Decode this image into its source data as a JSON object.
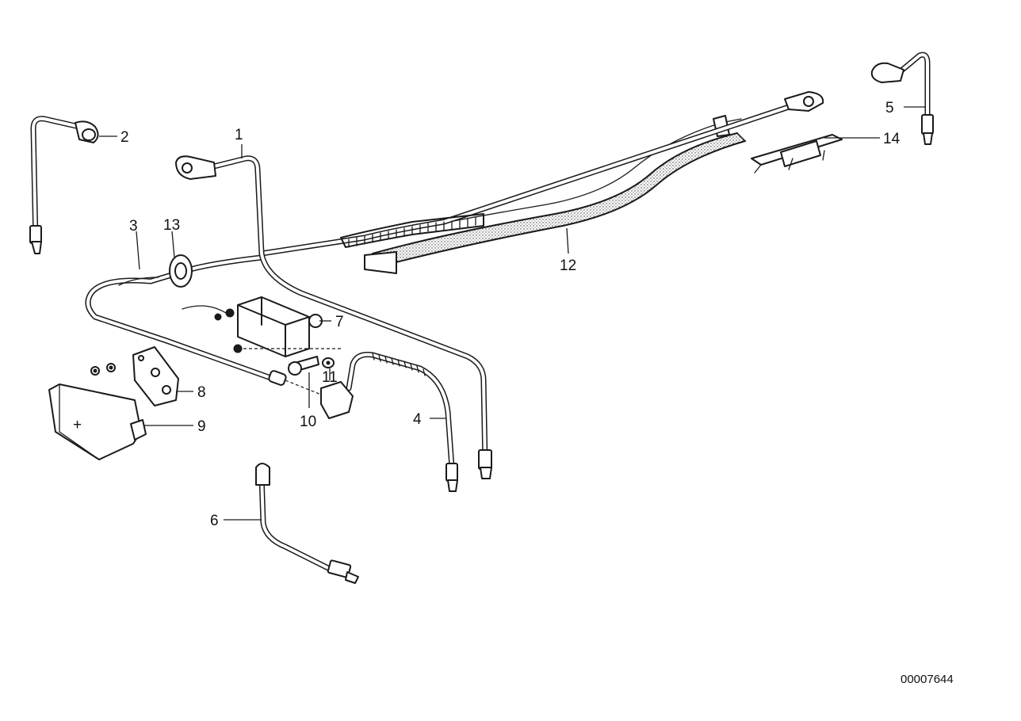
{
  "diagram": {
    "reference_number": "00007644",
    "callouts": [
      {
        "id": "c1",
        "label": "1"
      },
      {
        "id": "c2",
        "label": "2"
      },
      {
        "id": "c3",
        "label": "3"
      },
      {
        "id": "c4",
        "label": "4"
      },
      {
        "id": "c5",
        "label": "5"
      },
      {
        "id": "c6",
        "label": "6"
      },
      {
        "id": "c7",
        "label": "7"
      },
      {
        "id": "c8",
        "label": "8"
      },
      {
        "id": "c9",
        "label": "9"
      },
      {
        "id": "c10",
        "label": "10"
      },
      {
        "id": "c11",
        "label": "11"
      },
      {
        "id": "c12",
        "label": "12"
      },
      {
        "id": "c13",
        "label": "13"
      },
      {
        "id": "c14",
        "label": "14"
      }
    ],
    "plate_symbol": "+",
    "colors": {
      "line": "#1a1a1a",
      "background": "#ffffff"
    }
  }
}
